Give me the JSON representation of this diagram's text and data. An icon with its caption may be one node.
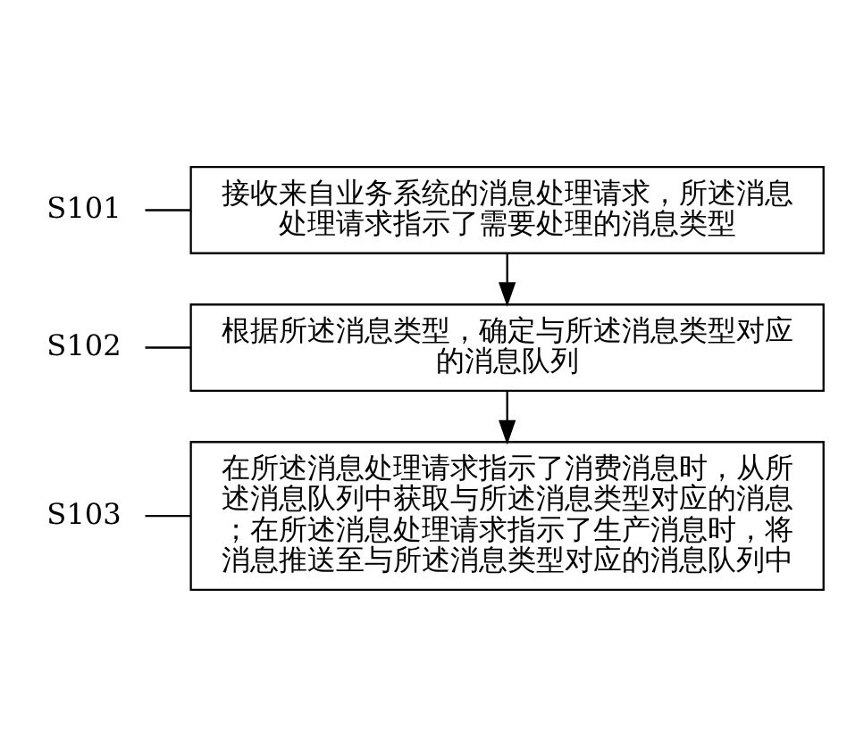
{
  "diagram": {
    "nodes": [
      {
        "text": [
          "S101"
        ]
      },
      {
        "text": [
          "接收来自业务系统的消息处理请求，所述消息处理请求指示了需要处理的消息类型"
        ]
      },
      {
        "text": [
          "S102"
        ]
      },
      {
        "text": [
          "根据所述消息类型，确定与所述消息类型对应的消息队列"
        ]
      },
      {
        "text": [
          "S103"
        ]
      },
      {
        "text": [
          "在所述消息处理请求指示了消费消息时，从所述消息队列中获取与所述消息类型对应的消息；在所述消息处理请求指示了生产消息时，将消息推送至与所述消息类型对应的消息队列中"
        ]
      }
    ],
    "edges": [
      {
        "from": 0,
        "to": 1,
        "arrow": "none"
      },
      {
        "from": 1,
        "to": 3,
        "arrow": "to"
      },
      {
        "from": 2,
        "to": 3,
        "arrow": "none"
      },
      {
        "from": 3,
        "to": 5,
        "arrow": "to"
      },
      {
        "from": 4,
        "to": 5,
        "arrow": "none"
      }
    ]
  }
}
